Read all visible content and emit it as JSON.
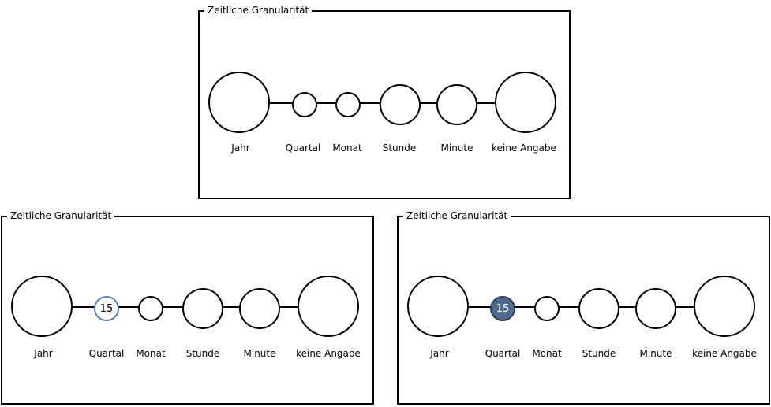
{
  "panels": [
    {
      "title": "Zeitliche Granularität",
      "nodes": [
        {
          "label": "Jahr",
          "value": "",
          "state": "default"
        },
        {
          "label": "Quartal",
          "value": "",
          "state": "default"
        },
        {
          "label": "Monat",
          "value": "",
          "state": "default"
        },
        {
          "label": "Stunde",
          "value": "",
          "state": "default"
        },
        {
          "label": "Minute",
          "value": "",
          "state": "default"
        },
        {
          "label": "keine Angabe",
          "value": "",
          "state": "default"
        }
      ]
    },
    {
      "title": "Zeitliche Granularität",
      "nodes": [
        {
          "label": "Jahr",
          "value": "",
          "state": "default"
        },
        {
          "label": "Quartal",
          "value": "15",
          "state": "outlined"
        },
        {
          "label": "Monat",
          "value": "",
          "state": "default"
        },
        {
          "label": "Stunde",
          "value": "",
          "state": "default"
        },
        {
          "label": "Minute",
          "value": "",
          "state": "default"
        },
        {
          "label": "keine Angabe",
          "value": "",
          "state": "default"
        }
      ]
    },
    {
      "title": "Zeitliche Granularität",
      "nodes": [
        {
          "label": "Jahr",
          "value": "",
          "state": "default"
        },
        {
          "label": "Quartal",
          "value": "15",
          "state": "selected"
        },
        {
          "label": "Monat",
          "value": "",
          "state": "default"
        },
        {
          "label": "Stunde",
          "value": "",
          "state": "default"
        },
        {
          "label": "Minute",
          "value": "",
          "state": "default"
        },
        {
          "label": "keine Angabe",
          "value": "",
          "state": "default"
        }
      ]
    }
  ],
  "colors": {
    "outline_accent": "#5f7fa8",
    "selected_fill": "#50698d"
  }
}
